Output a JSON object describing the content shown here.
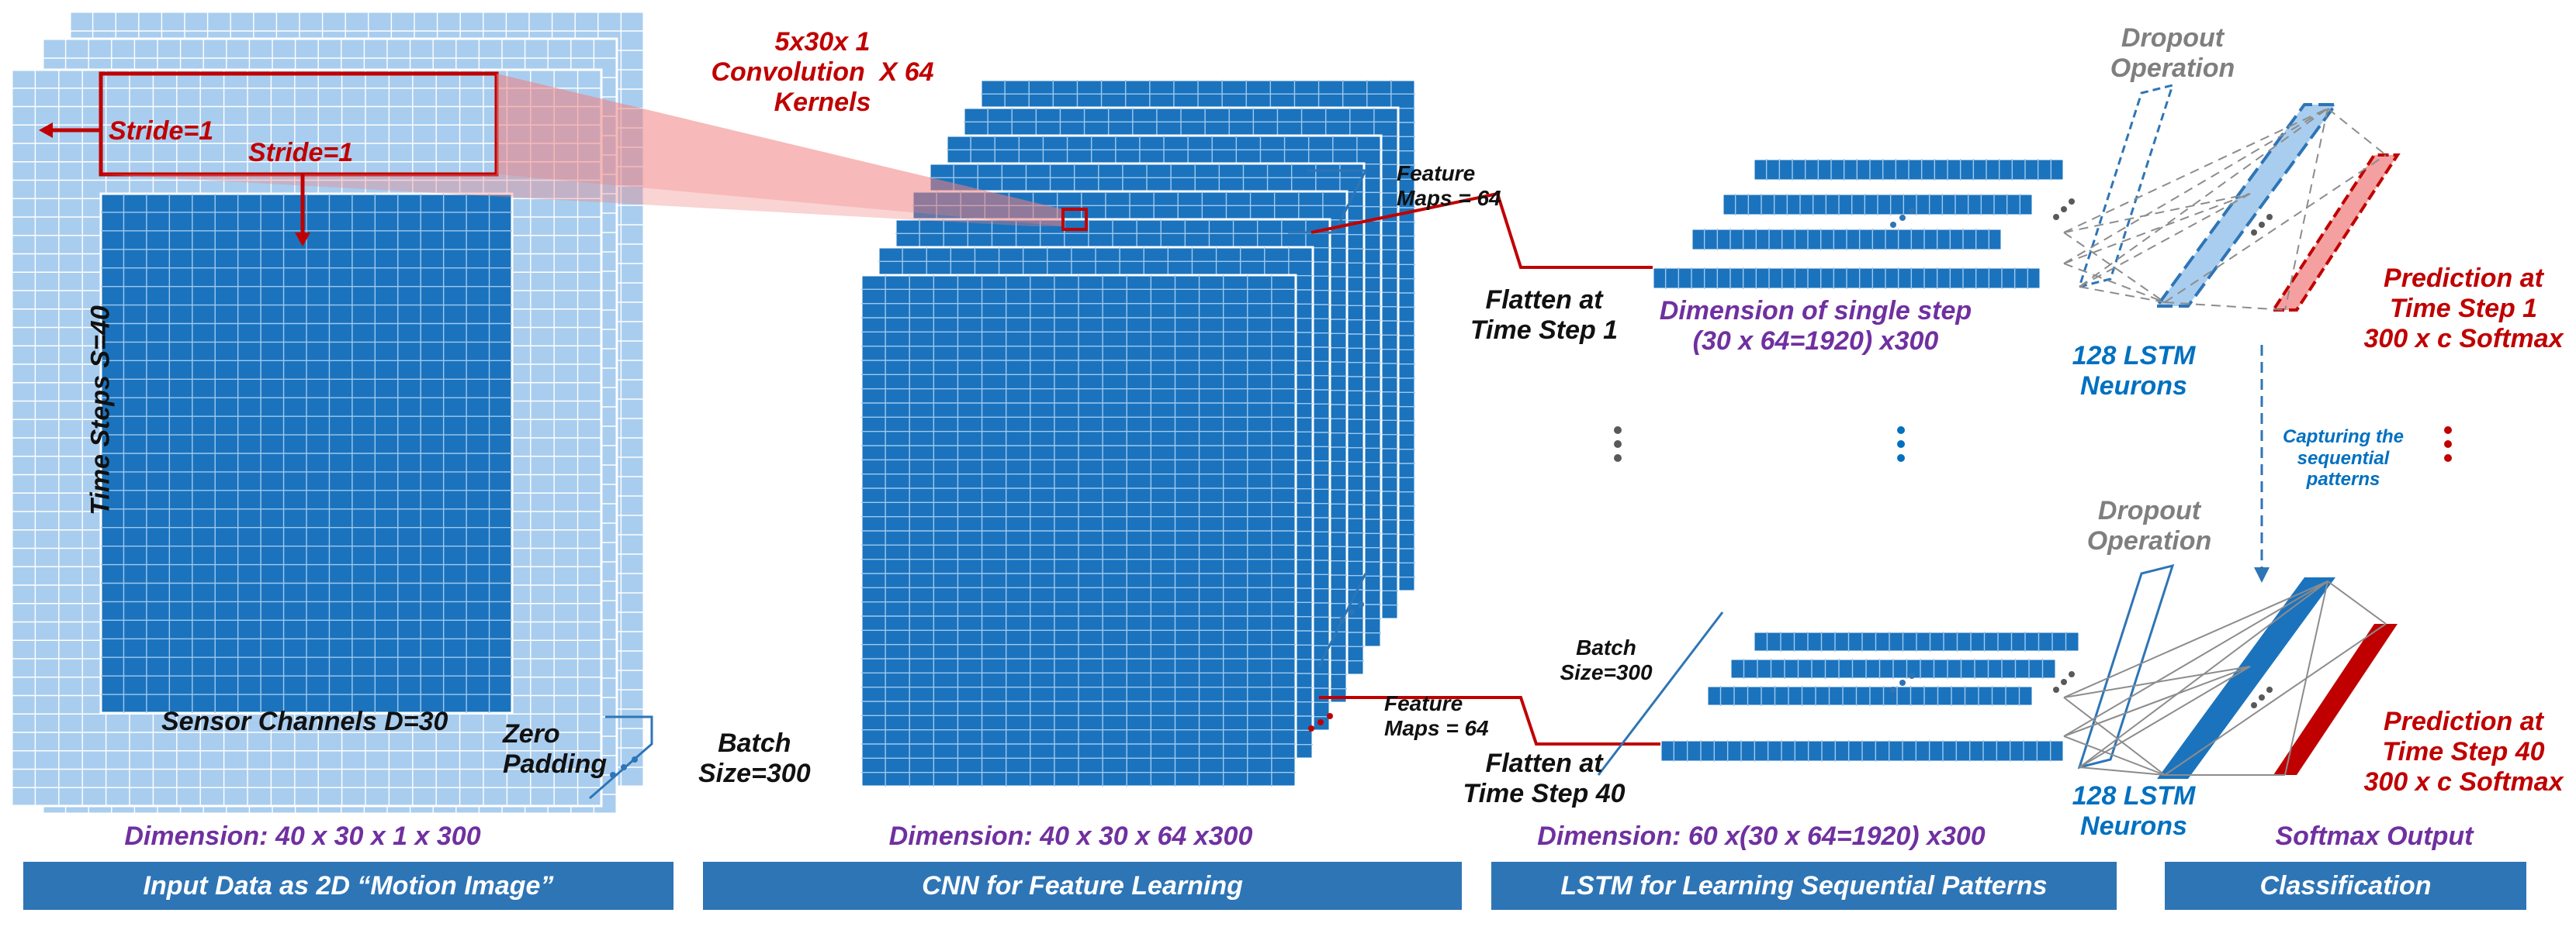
{
  "input": {
    "stride_h": "Stride=1",
    "stride_v": "Stride=1",
    "time_steps": "Time Steps S=40",
    "sensor_channels": "Sensor Channels D=30",
    "zero_padding": "Zero\nPadding",
    "batch_size": "Batch\nSize=300",
    "dimension": "Dimension: 40 x 30 x 1 x 300"
  },
  "cnn": {
    "kernel": "5x30x 1\nConvolution  X 64\nKernels",
    "feature_maps_top": "Feature\nMaps = 64",
    "feature_maps_bottom": "Feature\nMaps = 64",
    "dimension": "Dimension: 40 x 30 x 64 x300"
  },
  "lstm": {
    "dropout_top": "Dropout\nOperation",
    "dropout_bottom": "Dropout\nOperation",
    "flatten_1": "Flatten at\nTime Step 1",
    "flatten_40": "Flatten at\nTime Step 40",
    "single_step": "Dimension of single step\n(30 x 64=1920) x300",
    "neurons_top": "128 LSTM\nNeurons",
    "neurons_bottom": "128 LSTM\nNeurons",
    "batch_size": "Batch\nSize=300",
    "capturing": "Capturing the\nsequential\npatterns",
    "dimension": "Dimension: 60 x(30 x 64=1920) x300"
  },
  "classification": {
    "prediction_1": "Prediction at\nTime Step 1\n300 x c Softmax",
    "prediction_40": "Prediction at\nTime Step 40\n300 x c Softmax",
    "softmax_output": "Softmax Output"
  },
  "sections": [
    {
      "label": "Input Data as 2D “Motion Image”"
    },
    {
      "label": "CNN for Feature Learning"
    },
    {
      "label": "LSTM for Learning Sequential Patterns"
    },
    {
      "label": "Classification"
    }
  ],
  "colors": {
    "light_grid": "#a9cdee",
    "dark_grid": "#1b73bd",
    "red": "#c00000",
    "purple": "#7030a0",
    "teal": "#0070c0",
    "section_bar": "#2e75b6"
  }
}
